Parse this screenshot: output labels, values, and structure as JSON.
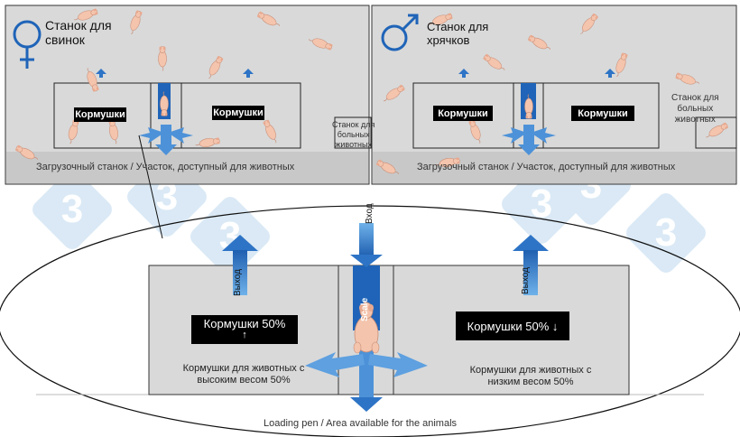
{
  "colors": {
    "panel_bg": "#d9d9d9",
    "band_bg": "#c6c6c6",
    "arrow": "#2e74c6",
    "scale_bar": "#1f64b8",
    "feeder_box": "#000000",
    "pig": "#f3c3ac",
    "gender_icon": "#1f64b8",
    "watermark": "#d6e6f4"
  },
  "icons": {
    "female": "female-symbol-icon",
    "male": "male-symbol-icon",
    "pig": "pig-icon",
    "watermark": "3tres3-watermark-logo"
  },
  "watermark_digit": "3",
  "left_panel": {
    "title_line1": "Станок для",
    "title_line2": "свинок",
    "feeder_left": "Кормушки",
    "feeder_right": "Кормушки",
    "sick_pen_line1": "Станок для",
    "sick_pen_line2": "больных",
    "sick_pen_line3": "животных",
    "band_text": "Загрузочный станок / Участок, доступный для животных"
  },
  "right_panel": {
    "title_line1": "Станок для",
    "title_line2": "хрячков",
    "feeder_left": "Кормушки",
    "feeder_right": "Кормушки",
    "sick_pen_line1": "Станок для",
    "sick_pen_line2": "больных",
    "sick_pen_line3": "животных",
    "band_text": "Загрузочный станок / Участок, доступный для животных"
  },
  "detail": {
    "entry_label": "Вход",
    "exit_left_label": "Выход",
    "exit_right_label": "Выход",
    "scale_label": "Scale",
    "feeder_high": "Кормушки 50%",
    "feeder_high_arrow": "↑",
    "feeder_low": "Кормушки 50% ↓",
    "high_weight_line1": "Кормушки для животных с",
    "high_weight_line2": "высоким весом 50%",
    "low_weight_line1": "Кормушки для животных с",
    "low_weight_line2": "низким весом 50%",
    "loading_text": "Loading pen / Area available for the animals"
  }
}
